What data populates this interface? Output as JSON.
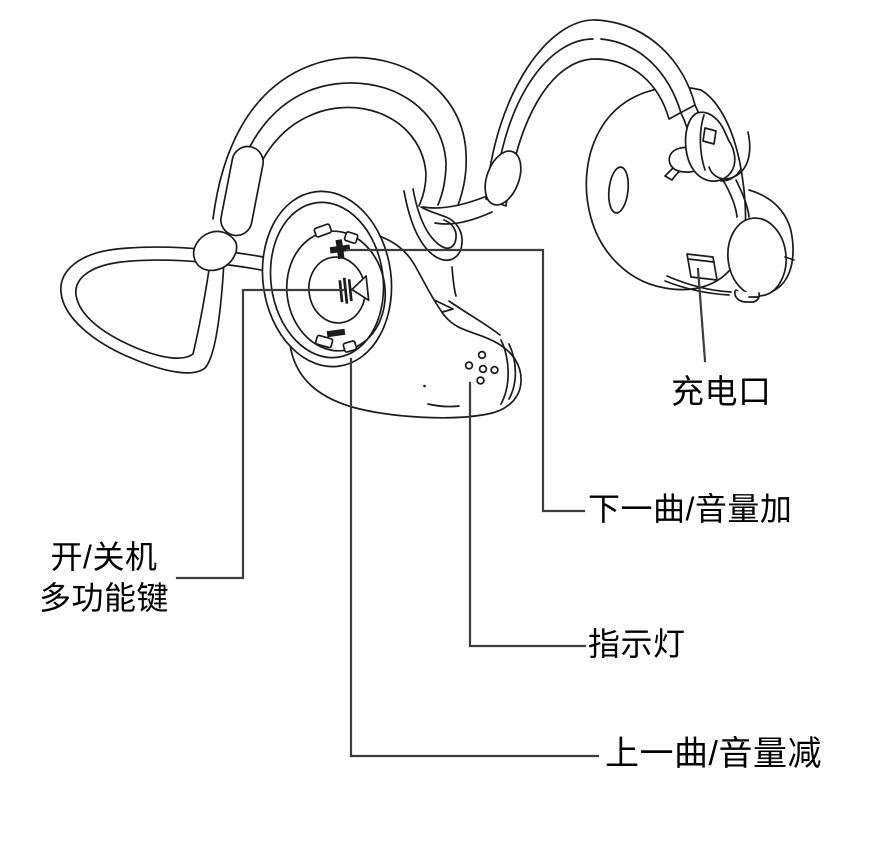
{
  "diagram": {
    "type": "product-parts-diagram",
    "subject": "bluetooth-neckband-headset-line-art",
    "colors": {
      "background": "#ffffff",
      "art_line": "#1b1b1b",
      "leader_line": "#3c3c3c",
      "label_text": "#000000"
    },
    "icons": [
      {
        "name": "volume-up-plus-icon",
        "glyph": "+"
      },
      {
        "name": "volume-down-minus-icon",
        "glyph": "−"
      },
      {
        "name": "multifunction-play-icon",
        "glyph": "|||◁"
      },
      {
        "name": "indicator-led-dots",
        "glyph": "• • • • •"
      }
    ],
    "labels": {
      "charging_port": "充电口",
      "next_track_volume_up": "下一曲/音量加",
      "power_multifunction_line1": "开/关机",
      "power_multifunction_line2": "多功能键",
      "indicator_light": "指示灯",
      "prev_track_volume_down": "上一曲/音量减"
    }
  }
}
